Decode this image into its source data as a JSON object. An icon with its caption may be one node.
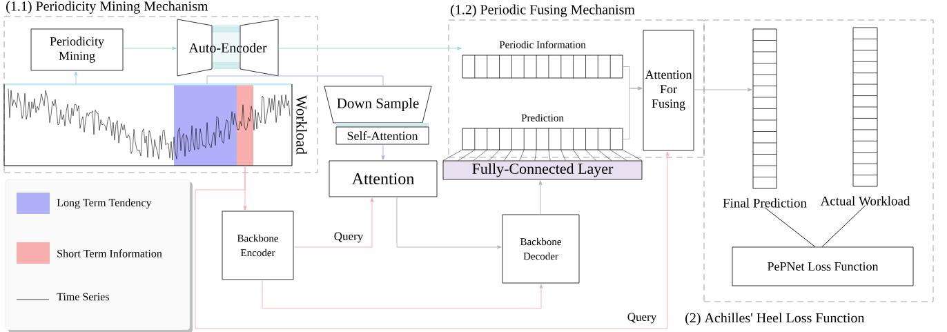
{
  "diagram": {
    "nodes": [
      {
        "text": [
          "(1.1) Periodicity Mining Mechanism"
        ]
      },
      {
        "text": [
          "Periodicity Mining"
        ],
        "in": 0
      },
      {
        "text": [
          "Auto-Encoder"
        ],
        "in": 0
      },
      {
        "text": [
          "Workload"
        ],
        "in": 0
      },
      {
        "text": [],
        "shape": "box",
        "in": 3
      },
      {
        "text": [],
        "shape": "box",
        "in": 3
      },
      {
        "text": [
          "Down Sample"
        ]
      },
      {
        "text": [
          "Self-Attention"
        ]
      },
      {
        "text": [
          "Attention"
        ]
      },
      {
        "text": [
          "(1.2) Periodic Fusing Mechanism"
        ]
      },
      {
        "text": [
          "Periodic Information"
        ],
        "in": 9
      },
      {
        "text": [
          "Prediction"
        ],
        "in": 9
      },
      {
        "text": [
          "Attention For Fusing"
        ],
        "in": 9
      },
      {
        "text": [
          "Fully-Connected Layer"
        ]
      },
      {
        "text": [
          "Backbone Encoder"
        ]
      },
      {
        "text": [
          "Backbone Decoder"
        ]
      },
      {
        "text": [
          "(2) Achilles' Heel Loss Function"
        ]
      },
      {
        "text": [
          "Final Prediction"
        ],
        "in": 16
      },
      {
        "text": [
          "Actual Workload"
        ],
        "in": 16
      },
      {
        "text": [
          "PePNet Loss Function"
        ],
        "in": 16
      }
    ],
    "edges": [
      {
        "from": 1,
        "to": 2,
        "arrow": "to",
        "color": "#8fd8df"
      },
      {
        "from": 3,
        "to": 1,
        "arrow": "to",
        "color": "#8fd8df"
      },
      {
        "from": 2,
        "to": 10,
        "arrow": "to",
        "color": "#8fd8df"
      },
      {
        "from": 4,
        "to": 6,
        "arrow": "none",
        "color": "#a8a8f8"
      },
      {
        "from": 7,
        "to": 8,
        "arrow": "to",
        "color": "#a8a8f8"
      },
      {
        "from": 5,
        "to": 14,
        "arrow": "to",
        "color": "#f9a8a8"
      },
      {
        "from": 5,
        "to": 12,
        "arrow": "to",
        "color": "#f9a8a8",
        "label": "Query"
      },
      {
        "from": 14,
        "to": 8,
        "arrow": "to",
        "color": "#f9a8a8",
        "label": "Query"
      },
      {
        "from": 14,
        "to": 15,
        "arrow": "to",
        "color": "#f9a8a8"
      },
      {
        "from": 8,
        "to": 15,
        "arrow": "to",
        "color": "#b0b0b0"
      },
      {
        "from": 15,
        "to": 13,
        "arrow": "to",
        "color": "#b0b0b0"
      },
      {
        "from": 10,
        "to": 12,
        "arrow": "to",
        "color": "#b0b0b0"
      },
      {
        "from": 11,
        "to": 12,
        "arrow": "to",
        "color": "#b0b0b0"
      },
      {
        "from": 12,
        "to": 17,
        "arrow": "to",
        "color": "#b0b0b0"
      },
      {
        "from": 11,
        "to": 13,
        "arrow": "none",
        "color": "#000000"
      },
      {
        "from": 17,
        "to": 19,
        "arrow": "none",
        "color": "#000000"
      },
      {
        "from": 18,
        "to": 19,
        "arrow": "none",
        "color": "#000000"
      }
    ],
    "legend": [
      {
        "text": "Long Term Tendency",
        "color": "#b0b0fa"
      },
      {
        "text": "Short Term Information",
        "color": "#f9aeae"
      },
      {
        "text": "Time Series"
      }
    ]
  }
}
